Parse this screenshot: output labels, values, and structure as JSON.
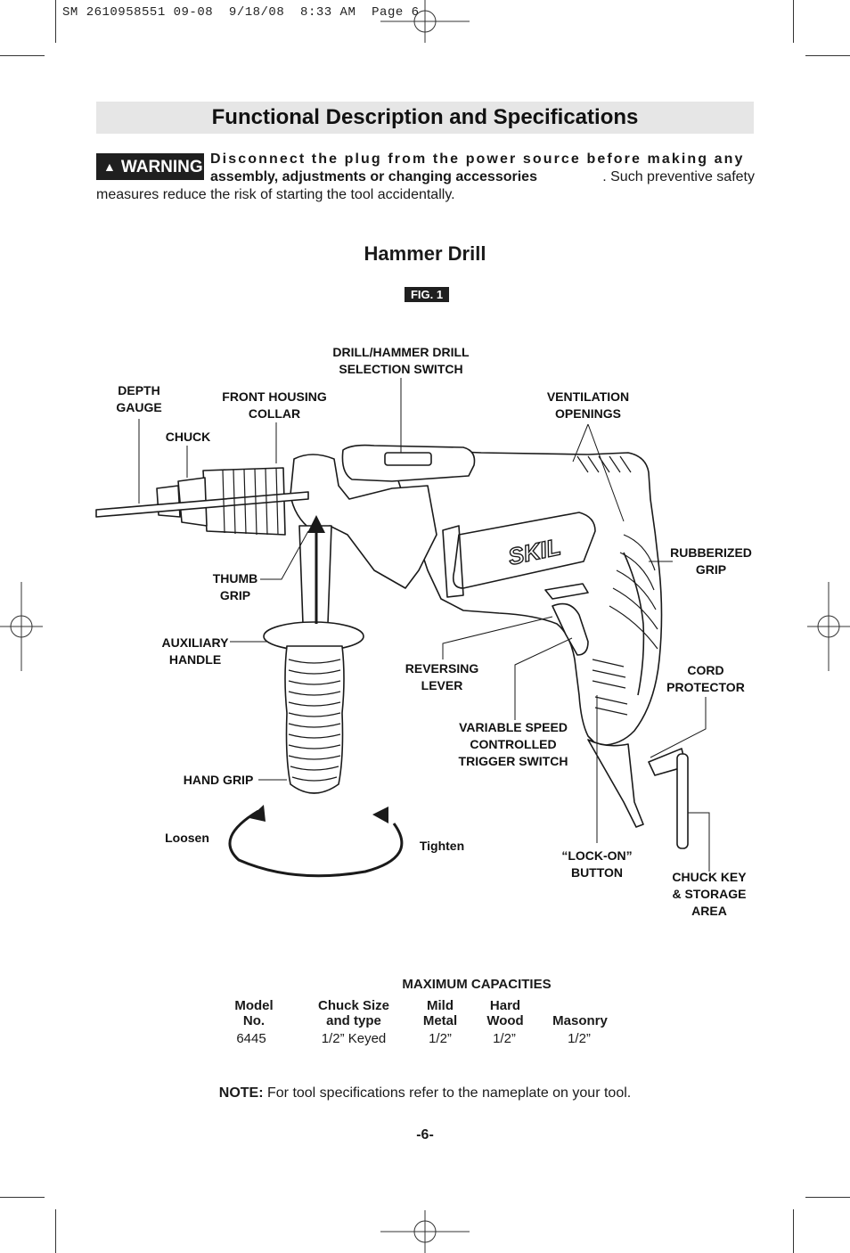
{
  "print_header": "SM 2610958551 09-08  9/18/08  8:33 AM  Page 6",
  "title": "Functional Description and Specifications",
  "warning": {
    "badge": "WARNING",
    "line1": "Disconnect the plug from the power source before making any",
    "line2_bold": "assembly, adjustments or changing accessories",
    "line2_rest": ".  Such preventive safety",
    "line3": "measures reduce the risk of starting the tool accidentally."
  },
  "subtitle": "Hammer Drill",
  "fig_label": "FIG. 1",
  "labels": {
    "drill_hammer_switch": [
      "DRILL/HAMMER DRILL",
      "SELECTION SWITCH"
    ],
    "depth_gauge": [
      "DEPTH",
      "GAUGE"
    ],
    "front_housing_collar": [
      "FRONT HOUSING",
      "COLLAR"
    ],
    "ventilation_openings": [
      "VENTILATION",
      "OPENINGS"
    ],
    "chuck": [
      "CHUCK"
    ],
    "rubberized_grip": [
      "RUBBERIZED",
      "GRIP"
    ],
    "thumb_grip": [
      "THUMB",
      "GRIP"
    ],
    "auxiliary_handle": [
      "AUXILIARY",
      "HANDLE"
    ],
    "reversing_lever": [
      "REVERSING",
      "LEVER"
    ],
    "cord_protector": [
      "CORD",
      "PROTECTOR"
    ],
    "variable_speed": [
      "VARIABLE SPEED",
      "CONTROLLED",
      "TRIGGER SWITCH"
    ],
    "hand_grip": [
      "HAND GRIP"
    ],
    "loosen": [
      "Loosen"
    ],
    "tighten": [
      "Tighten"
    ],
    "lock_on": [
      "“LOCK-ON”",
      "BUTTON"
    ],
    "chuck_key": [
      "CHUCK KEY",
      "& STORAGE",
      "AREA"
    ]
  },
  "specs": {
    "caption": "MAXIMUM CAPACITIES",
    "headers": [
      [
        "Model",
        "No."
      ],
      [
        "Chuck Size",
        "and type"
      ],
      [
        "Mild",
        "Metal"
      ],
      [
        "Hard",
        "Wood"
      ],
      [
        "",
        "Masonry"
      ]
    ],
    "row": [
      "6445",
      "1/2” Keyed",
      "1/2”",
      "1/2”",
      "1/2”"
    ]
  },
  "note_bold": "NOTE:",
  "note_text": " For tool specifications refer to the nameplate on your tool.",
  "page_number": "-6-",
  "brand": "SKIL"
}
